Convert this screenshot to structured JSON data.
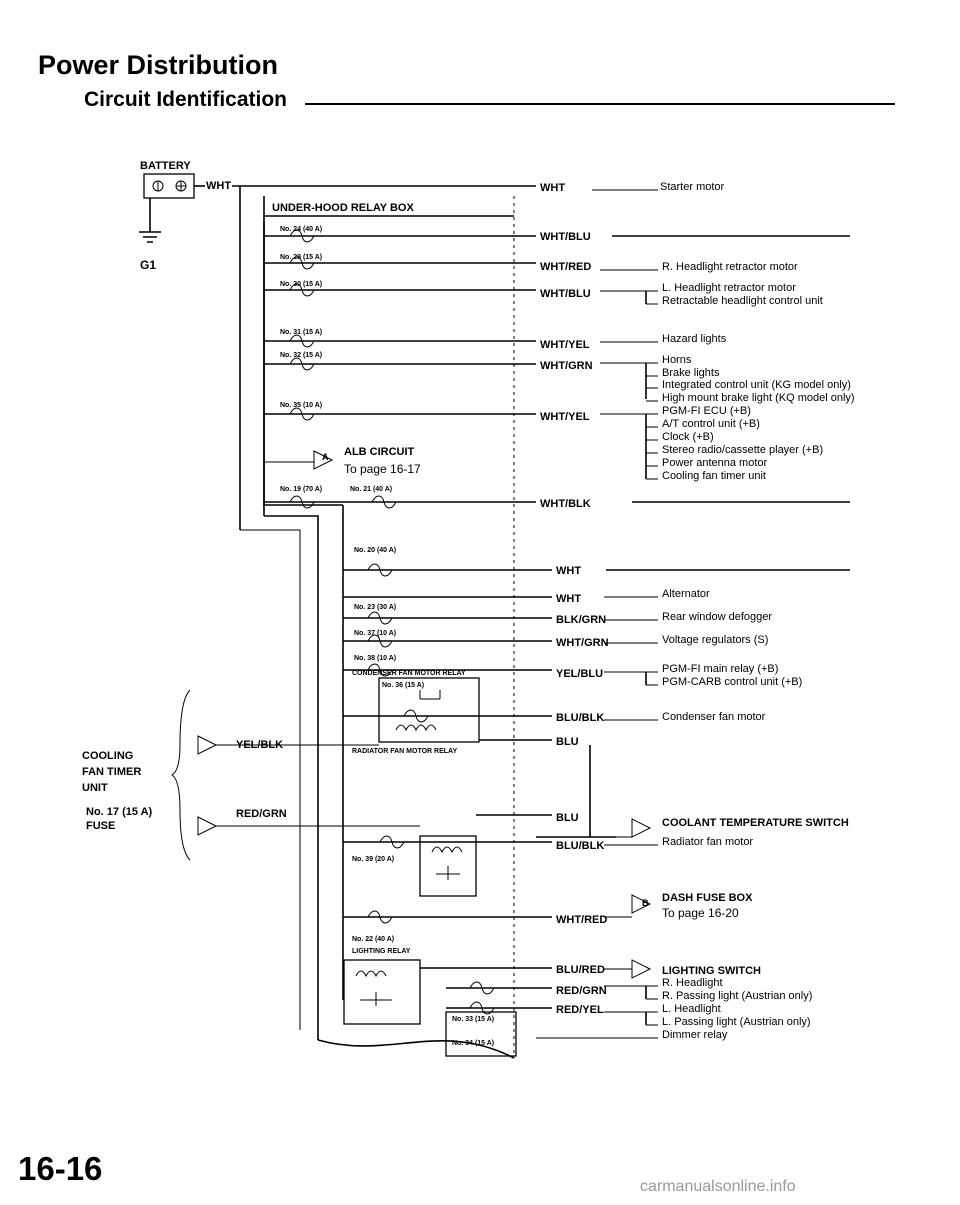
{
  "page": {
    "title": "Power Distribution",
    "subtitle": "Circuit Identification",
    "page_number": "16-16",
    "watermark": "carmanualsonline.info"
  },
  "labels": {
    "battery": "BATTERY",
    "ground": "G1",
    "under_hood_box": "UNDER-HOOD RELAY BOX",
    "alb_circuit": "ALB CIRCUIT",
    "alb_page": "To page 16-17",
    "alb_letter": "A",
    "condenser_relay": "CONDENSER FAN MOTOR RELAY",
    "radiator_relay": "RADIATOR FAN MOTOR RELAY",
    "lighting_relay": "LIGHTING RELAY",
    "cooling_timer_1": "COOLING",
    "cooling_timer_2": "FAN TIMER",
    "cooling_timer_3": "UNIT",
    "fuse17_1": "No. 17 (15 A)",
    "fuse17_2": "FUSE",
    "coolant_switch": "COOLANT TEMPERATURE SWITCH",
    "dash_fuse_box": "DASH FUSE BOX",
    "dash_page": "To page 16-20",
    "dash_letter": "B",
    "lighting_switch": "LIGHTING SWITCH"
  },
  "fuses": [
    {
      "id": "f24",
      "label": "No. 24 (40 A)"
    },
    {
      "id": "f29",
      "label": "No. 29 (15 A)"
    },
    {
      "id": "f30",
      "label": "No. 30 (15 A)"
    },
    {
      "id": "f31",
      "label": "No. 31 (15 A)"
    },
    {
      "id": "f32",
      "label": "No. 32 (15 A)"
    },
    {
      "id": "f35",
      "label": "No. 35 (10 A)"
    },
    {
      "id": "f19",
      "label": "No. 19 (70 A)"
    },
    {
      "id": "f21",
      "label": "No. 21 (40 A)"
    },
    {
      "id": "f20",
      "label": "No. 20 (40 A)"
    },
    {
      "id": "f23",
      "label": "No. 23 (30 A)"
    },
    {
      "id": "f37",
      "label": "No. 37 (10 A)"
    },
    {
      "id": "f38",
      "label": "No. 38 (10 A)"
    },
    {
      "id": "f36",
      "label": "No. 36 (15 A)"
    },
    {
      "id": "f39",
      "label": "No. 39 (20 A)"
    },
    {
      "id": "f22",
      "label": "No. 22 (40 A)"
    },
    {
      "id": "f33",
      "label": "No. 33 (15 A)"
    },
    {
      "id": "f34",
      "label": "No. 34 (15 A)"
    }
  ],
  "wires": [
    {
      "id": "w_bat",
      "label": "WHT"
    },
    {
      "id": "w_top",
      "label": "WHT"
    },
    {
      "id": "w1",
      "label": "WHT/BLU"
    },
    {
      "id": "w2",
      "label": "WHT/RED"
    },
    {
      "id": "w3",
      "label": "WHT/BLU"
    },
    {
      "id": "w4",
      "label": "WHT/YEL"
    },
    {
      "id": "w5",
      "label": "WHT/GRN"
    },
    {
      "id": "w6",
      "label": "WHT/YEL"
    },
    {
      "id": "w7",
      "label": "WHT/BLK"
    },
    {
      "id": "w8",
      "label": "WHT"
    },
    {
      "id": "w9",
      "label": "WHT"
    },
    {
      "id": "w10",
      "label": "BLK/GRN"
    },
    {
      "id": "w11",
      "label": "WHT/GRN"
    },
    {
      "id": "w12",
      "label": "YEL/BLU"
    },
    {
      "id": "w13",
      "label": "BLU/BLK"
    },
    {
      "id": "w14",
      "label": "BLU"
    },
    {
      "id": "w15",
      "label": "BLU"
    },
    {
      "id": "w16",
      "label": "BLU/BLK"
    },
    {
      "id": "w17",
      "label": "WHT/RED"
    },
    {
      "id": "w18",
      "label": "BLU/RED"
    },
    {
      "id": "w19",
      "label": "RED/GRN"
    },
    {
      "id": "w20",
      "label": "RED/YEL"
    },
    {
      "id": "w_cool1",
      "label": "YEL/BLK"
    },
    {
      "id": "w_cool2",
      "label": "RED/GRN"
    }
  ],
  "targets": [
    {
      "id": "t_starter",
      "label": "Starter motor"
    },
    {
      "id": "t_rhead",
      "label": "R. Headlight retractor motor"
    },
    {
      "id": "t_lhead",
      "label": "L. Headlight retractor motor"
    },
    {
      "id": "t_retract",
      "label": "Retractable headlight control unit"
    },
    {
      "id": "t_hazard",
      "label": "Hazard lights"
    },
    {
      "id": "t_horns",
      "label": "Horns"
    },
    {
      "id": "t_brake",
      "label": "Brake lights"
    },
    {
      "id": "t_integ",
      "label": "Integrated control unit (KG model only)"
    },
    {
      "id": "t_highmount",
      "label": "High mount brake light (KQ model only)"
    },
    {
      "id": "t_pgmecu",
      "label": "PGM-FI ECU (+B)"
    },
    {
      "id": "t_atcu",
      "label": "A/T control unit (+B)"
    },
    {
      "id": "t_clock",
      "label": "Clock (+B)"
    },
    {
      "id": "t_stereo",
      "label": "Stereo radio/cassette player (+B)"
    },
    {
      "id": "t_antenna",
      "label": "Power antenna motor"
    },
    {
      "id": "t_coolfan",
      "label": "Cooling fan timer unit"
    },
    {
      "id": "t_alt",
      "label": "Alternator"
    },
    {
      "id": "t_rear",
      "label": "Rear window defogger"
    },
    {
      "id": "t_volt",
      "label": "Voltage regulators (S)"
    },
    {
      "id": "t_pgmrelay",
      "label": "PGM-FI main relay (+B)"
    },
    {
      "id": "t_pgmcarb",
      "label": "PGM-CARB control unit (+B)"
    },
    {
      "id": "t_condmotor",
      "label": "Condenser fan motor"
    },
    {
      "id": "t_radmotor",
      "label": "Radiator fan motor"
    },
    {
      "id": "t_rheadlight",
      "label": "R. Headlight"
    },
    {
      "id": "t_rpass",
      "label": "R. Passing light (Austrian only)"
    },
    {
      "id": "t_lheadlight",
      "label": "L. Headlight"
    },
    {
      "id": "t_lpass",
      "label": "L. Passing light (Austrian only)"
    },
    {
      "id": "t_dimmer",
      "label": "Dimmer relay"
    }
  ]
}
